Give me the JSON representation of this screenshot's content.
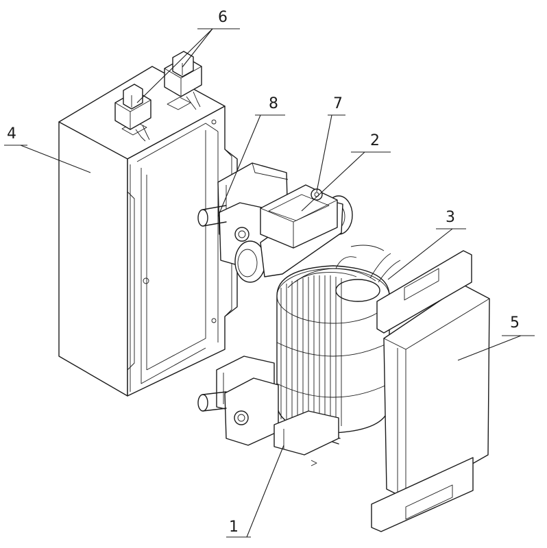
{
  "labels": {
    "part_1": "1",
    "part_2": "2",
    "part_3": "3",
    "part_4": "4",
    "part_5": "5",
    "part_6": "6",
    "part_7": "7",
    "part_8": "8"
  }
}
